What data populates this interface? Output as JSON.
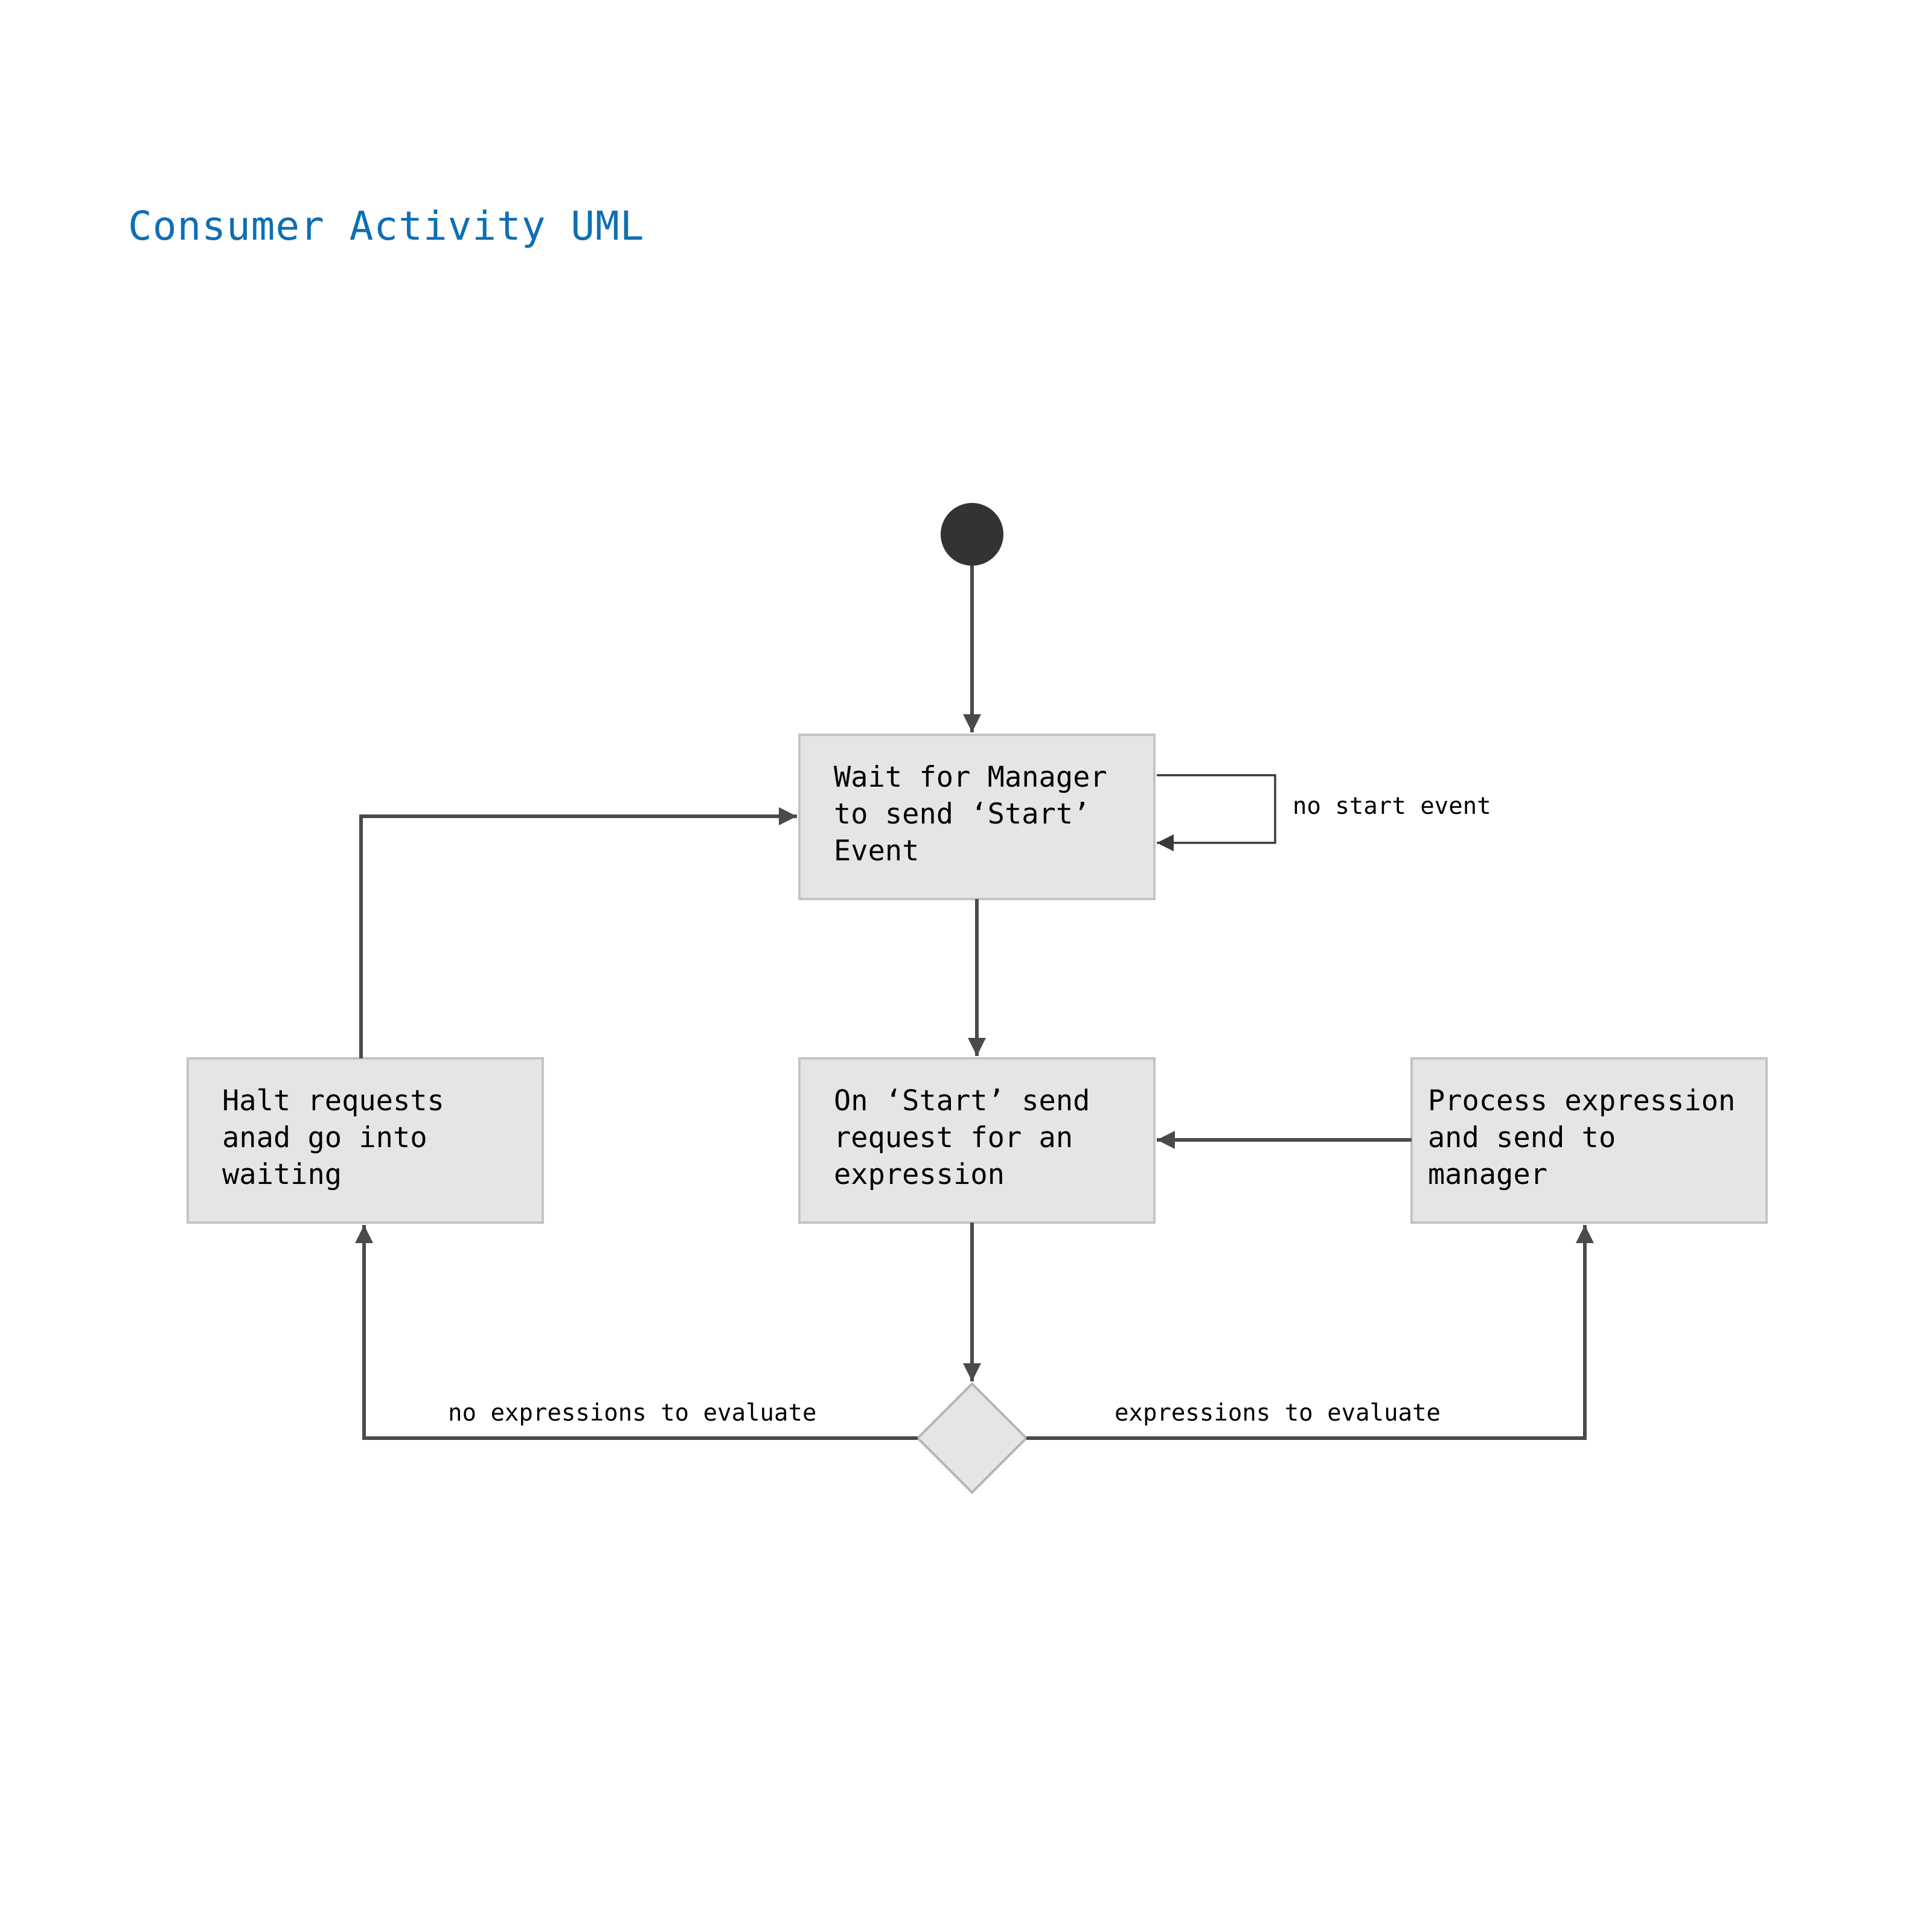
{
  "diagram": {
    "title": "Consumer Activity UML",
    "nodes": {
      "wait": "Wait for Manager\nto send ‘Start’\nEvent",
      "request": "On ‘Start’ send\nrequest for an\nexpression",
      "halt": "Halt requests\nanad go into\nwaiting",
      "process": "Process expression\nand send to\nmanager"
    },
    "edge_labels": {
      "self_loop": "no start event",
      "no_expr": "no expressions to evaluate",
      "has_expr": "expressions to evaluate"
    },
    "colors": {
      "title": "#0e6fb3",
      "node_fill": "#e5e5e5",
      "node_border": "#c4c4c4",
      "edge": "#4a4a4a",
      "start_node": "#333333"
    }
  }
}
